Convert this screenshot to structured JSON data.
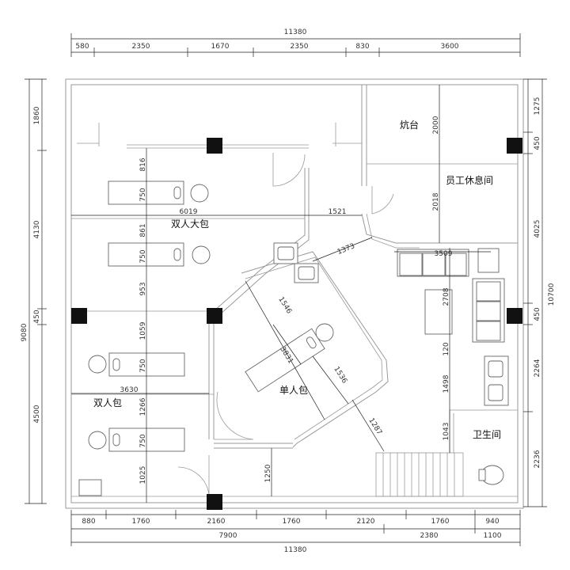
{
  "rooms": {
    "kang": "炕台",
    "staff": "员工休息间",
    "double_large": "双人大包",
    "double": "双人包",
    "single": "单人包",
    "wc": "卫生间"
  },
  "dims": {
    "top_total": "11380",
    "top": [
      "580",
      "2350",
      "1670",
      "2350",
      "830",
      "3600"
    ],
    "bottom1": [
      "880",
      "1760",
      "2160",
      "1760",
      "2120",
      "1760",
      "940"
    ],
    "bottom2": [
      "7900",
      "2380",
      "1100"
    ],
    "bottom_total": "11380",
    "left_outer": "9080",
    "left": [
      "1860",
      "4130",
      "450",
      "4500"
    ],
    "right": [
      "1275",
      "450",
      "4025",
      "450",
      "2264",
      "2236"
    ],
    "right_total": "10700",
    "inner": {
      "d816": "816",
      "d750a": "750",
      "d6019": "6019",
      "d861": "861",
      "d750b": "750",
      "d953": "953",
      "d1059": "1059",
      "d750c": "750",
      "d3630": "3630",
      "d1266": "1266",
      "d750d": "750",
      "d1025": "1025",
      "d1521": "1521",
      "d1373": "1373",
      "d1546": "1546",
      "d3831": "3831",
      "d1536": "1536",
      "d1287": "1287",
      "d1250": "1250",
      "d2000": "2000",
      "d2018": "2018",
      "d3509": "3509",
      "d2708": "2708",
      "d120": "120",
      "d1498": "1498",
      "d1043": "1043"
    }
  }
}
